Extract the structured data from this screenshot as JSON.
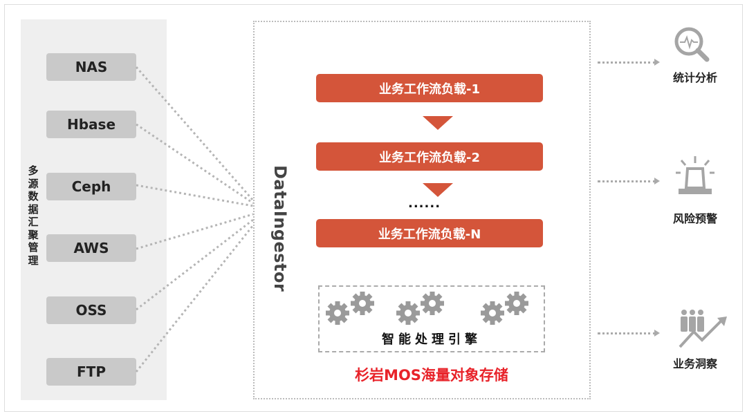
{
  "sources": {
    "title": "多源数据汇聚管理",
    "items": [
      "NAS",
      "Hbase",
      "Ceph",
      "AWS",
      "OSS",
      "FTP"
    ]
  },
  "ingestor": {
    "label": "DataIngestor"
  },
  "workloads": [
    "业务工作流负载-1",
    "业务工作流负载-2",
    "业务工作流负载-N"
  ],
  "ellipsis": "......",
  "engine": {
    "label": "智能处理引擎"
  },
  "storage": {
    "label": "杉岩MOS海量对象存储"
  },
  "outputs": [
    {
      "label": "统计分析",
      "icon": "magnifier-pulse-icon"
    },
    {
      "label": "风险预警",
      "icon": "alarm-light-icon"
    },
    {
      "label": "业务洞察",
      "icon": "people-trend-icon"
    }
  ],
  "colors": {
    "accent": "#d4553a",
    "storage_text": "#e8232a",
    "gray": "#c9c9c9"
  }
}
